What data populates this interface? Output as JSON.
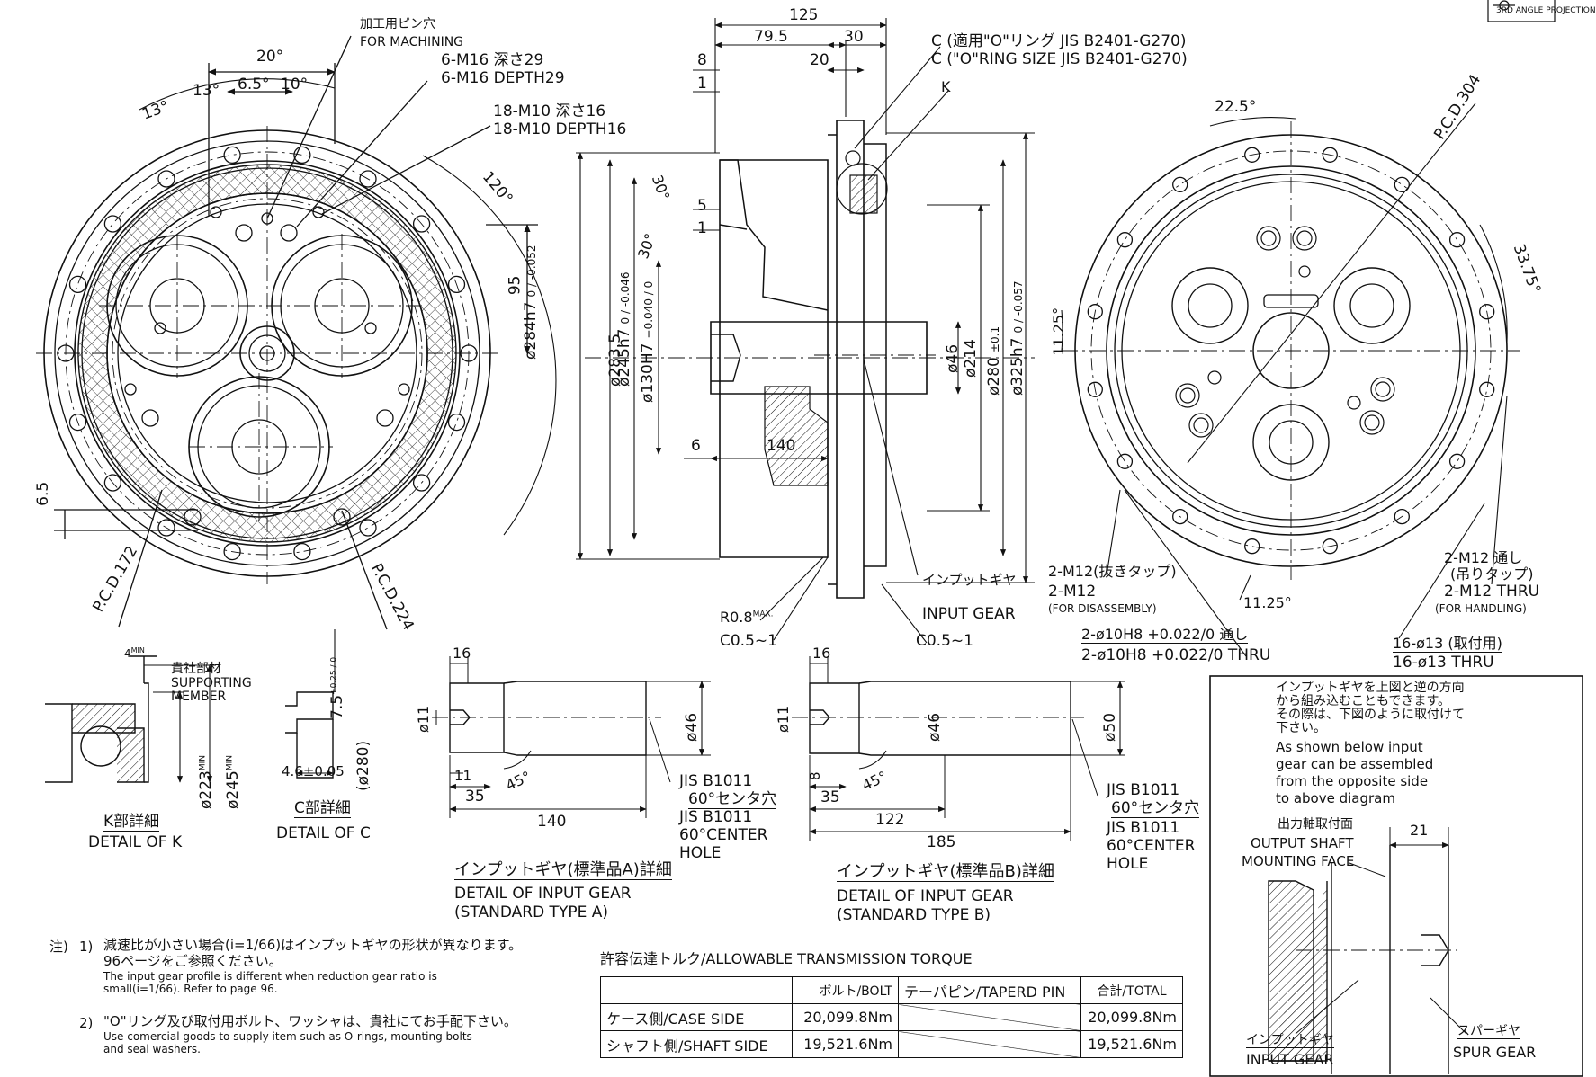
{
  "projection": "3RD ANGLE PROJECTION",
  "front_view": {
    "machining_pin_jp": "加工用ピン穴",
    "machining_pin_en": "FOR MACHINING",
    "tap_m16_jp": "6-M16 深さ29",
    "tap_m16_en": "6-M16 DEPTH29",
    "tap_m10_jp": "18-M10 深さ16",
    "tap_m10_en": "18-M10 DEPTH16",
    "ang_20": "20°",
    "ang_13a": "13°",
    "ang_13b": "13°",
    "ang_6_5": "6.5°",
    "ang_10": "10°",
    "ang_120": "120°",
    "dim_95": "95",
    "dim_6_5": "6.5",
    "pcd172": "P.C.D.172",
    "pcd224": "P.C.D.224"
  },
  "section_view": {
    "dim_125": "125",
    "dim_79_5": "79.5",
    "dim_30": "30",
    "dim_20": "20",
    "dim_8": "8",
    "dim_1a": "1",
    "dim_5": "5",
    "dim_1b": "1",
    "ang_30a": "30°",
    "ang_30b": "30°",
    "dim_6": "6",
    "dim_140": "140",
    "d284": "ø284h7",
    "d284_tol": "0 / -0.052",
    "d283_5": "ø283.5",
    "d245": "ø245h7",
    "d245_tol": "0 / -0.046",
    "d130": "ø130H7",
    "d130_tol": "+0.040 / 0",
    "d46": "ø46",
    "d214": "ø214",
    "d280": "ø280",
    "d280_tol": "±0.1",
    "d325": "ø325h7",
    "d325_tol": "0 / -0.057",
    "oring_jp": "C (適用\"O\"リング JIS B2401-G270)",
    "oring_en": "C (\"O\"RING SIZE JIS B2401-G270)",
    "label_k": "K",
    "input_gear_jp": "インプットギヤ",
    "input_gear_en": "INPUT GEAR",
    "r08": "R0.8",
    "r08_sup": "MAX.",
    "c05a": "C0.5~1",
    "c05b": "C0.5~1"
  },
  "rear_view": {
    "ang_22_5": "22.5°",
    "pcd304": "P.C.D.304",
    "ang_33_75": "33.75°",
    "ang_11_25a": "11.25°",
    "ang_11_25b": "11.25°",
    "m12_jp": "2-M12(抜きタップ)",
    "m12_en": "2-M12",
    "m12_sub": "(FOR DISASSEMBLY)",
    "m12t_jp1": "2-M12 通し",
    "m12t_jp2": "(吊りタップ)",
    "m12t_en": "2-M12 THRU",
    "m12t_sub": "(FOR HANDLING)",
    "pin_jp": "2-ø10H8 +0.022/0 通し",
    "pin_en": "2-ø10H8 +0.022/0 THRU",
    "holes_jp": "16-ø13 (取付用)",
    "holes_en": "16-ø13 THRU"
  },
  "detail_k": {
    "dim_4": "4",
    "dim_4_sup": "MIN",
    "support_jp": "貴社部材",
    "support_en1": "SUPPORTING",
    "support_en2": "MEMBER",
    "d223": "ø223",
    "d223_sup": "MIN",
    "d245": "ø245",
    "d245_sup": "MIN",
    "title_jp": "K部詳細",
    "title_en": "DETAIL OF K"
  },
  "detail_c": {
    "dim_7_5": "7.5",
    "dim_7_5_tol": "+0.25 / 0",
    "dim_4_6": "4.6±0.05",
    "d280": "(ø280)",
    "title_jp": "C部詳細",
    "title_en": "DETAIL OF C"
  },
  "gear_a": {
    "dim_16": "16",
    "dim_11a": "ø11",
    "dim_46": "ø46",
    "dim_11b": "11",
    "ang_45": "45°",
    "dim_35": "35",
    "dim_140": "140",
    "jis1": "JIS B1011",
    "jis2": "60°センタ穴",
    "jis3": "JIS B1011",
    "jis4": "60°CENTER",
    "jis5": "HOLE",
    "title_jp": "インプットギヤ(標準品A)詳細",
    "title_en1": "DETAIL OF INPUT GEAR",
    "title_en2": "(STANDARD TYPE A)"
  },
  "gear_b": {
    "dim_16": "16",
    "dim_11a": "ø11",
    "dim_46": "ø46",
    "dim_50": "ø50",
    "dim_8": "8",
    "ang_45": "45°",
    "dim_35": "35",
    "dim_122": "122",
    "dim_185": "185",
    "jis1": "JIS B1011",
    "jis2": "60°センタ穴",
    "jis3": "JIS B1011",
    "jis4": "60°CENTER",
    "jis5": "HOLE",
    "title_jp": "インプットギヤ(標準品B)詳細",
    "title_en1": "DETAIL OF INPUT GEAR",
    "title_en2": "(STANDARD TYPE B)"
  },
  "assembly_note": {
    "jp": [
      "インプットギヤを上図と逆の方向",
      "から組み込むこともできます。",
      "その際は、下図のように取付けて",
      "下さい。"
    ],
    "en": [
      "As shown below input",
      "gear can be assembled",
      "from the opposite side",
      "to above diagram"
    ],
    "face_jp": "出力軸取付面",
    "face_en1": "OUTPUT SHAFT",
    "face_en2": "MOUNTING FACE",
    "dim_21": "21",
    "input_jp": "インプットギヤ",
    "input_en": "INPUT GEAR",
    "spur_jp": "スパーギヤ",
    "spur_en": "SPUR GEAR"
  },
  "notes": {
    "prefix": "注)",
    "n1_num": "1)",
    "n1_jp1": "減速比が小さい場合(i=1/66)はインプットギヤの形状が異なります。",
    "n1_jp2": "96ページをご参照ください。",
    "n1_en1": "The input gear profile is different when reduction gear ratio is",
    "n1_en2": "small(i=1/66). Refer to page 96.",
    "n2_num": "2)",
    "n2_jp": "\"O\"リング及び取付用ボルト、ワッシャは、貴社にてお手配下さい。",
    "n2_en1": "Use comercial goods to supply item such as O-rings, mounting bolts",
    "n2_en2": "and seal washers."
  },
  "torque_table": {
    "title": "許容伝達トルク/ALLOWABLE TRANSMISSION TORQUE",
    "headers": [
      "",
      "ボルト/BOLT",
      "テーパピン/TAPERD PIN",
      "合計/TOTAL"
    ],
    "rows": [
      {
        "label": "ケース側/CASE SIDE",
        "bolt": "20,099.8Nm",
        "pin": "",
        "total": "20,099.8Nm"
      },
      {
        "label": "シャフト側/SHAFT SIDE",
        "bolt": "19,521.6Nm",
        "pin": "",
        "total": "19,521.6Nm"
      }
    ]
  }
}
